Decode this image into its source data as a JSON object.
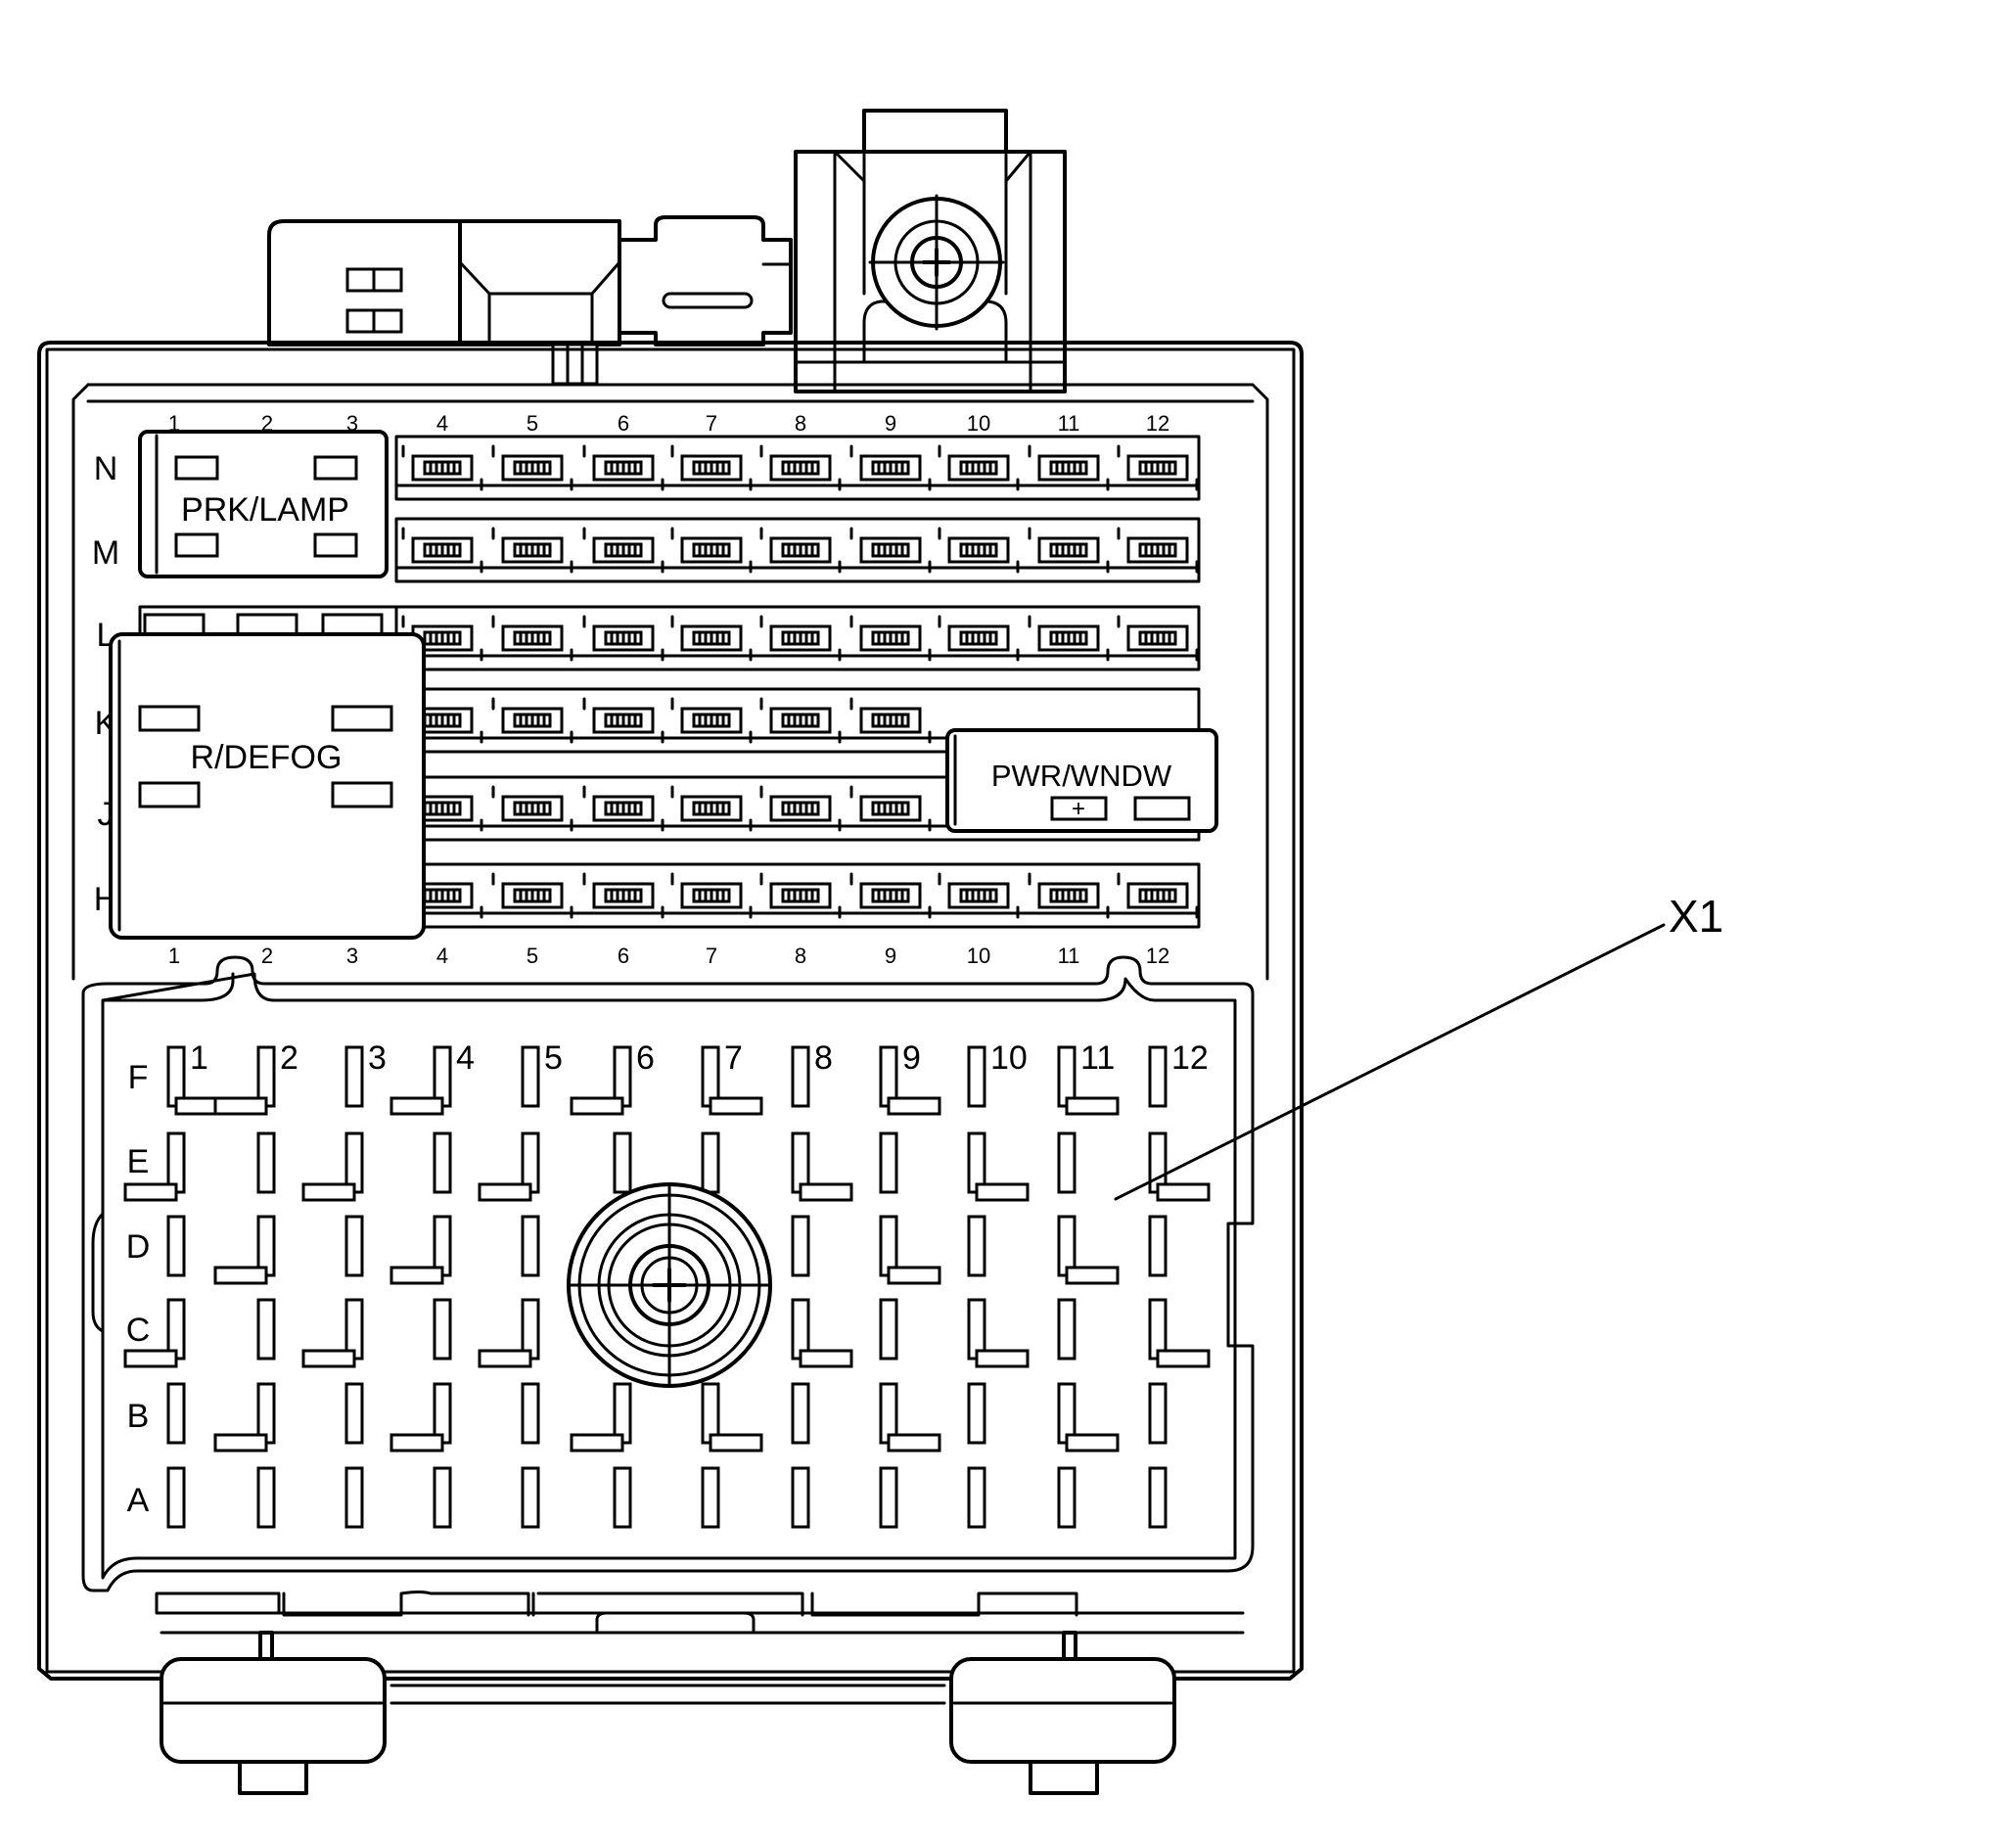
{
  "upper_block": {
    "column_labels": [
      "1",
      "2",
      "3",
      "4",
      "5",
      "6",
      "7",
      "8",
      "9",
      "10",
      "11",
      "12"
    ],
    "row_labels": [
      "N",
      "M",
      "L",
      "K",
      "J",
      "H"
    ]
  },
  "relays": {
    "prk_lamp": "PRK/LAMP",
    "r_defog": "R/DEFOG",
    "pwr_wndw": "PWR/WNDW",
    "pwr_wndw_terminal": "+"
  },
  "lower_connector": {
    "column_labels": [
      "1",
      "2",
      "3",
      "4",
      "5",
      "6",
      "7",
      "8",
      "9",
      "10",
      "11",
      "12"
    ],
    "row_labels": [
      "F",
      "E",
      "D",
      "C",
      "B",
      "A"
    ]
  },
  "callout": {
    "label": "X1"
  }
}
